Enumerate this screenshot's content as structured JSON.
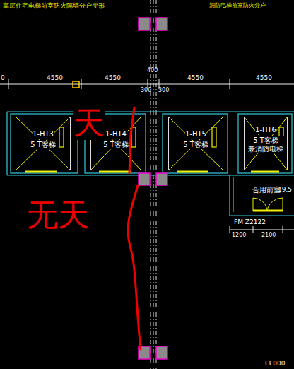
{
  "diagram": {
    "nodes": [
      {
        "text": [
          "1-HT3",
          "5 T客梯"
        ]
      },
      {
        "text": [
          "1-HT4",
          "5 T客梯"
        ]
      },
      {
        "text": [
          "1-HT5",
          "5 T客梯"
        ]
      },
      {
        "text": [
          "1-HT6",
          "5 T客梯 兼消防电梯"
        ]
      },
      {
        "text": [
          "合用前室"
        ]
      }
    ],
    "labels": [
      "高层住宅电梯前室防火隔墙分户变形",
      "消防电梯前室防火分户",
      "0",
      "4550",
      "4550",
      "400",
      "300",
      "300",
      "4550",
      "4550",
      "天",
      "无天",
      "19.5",
      "FM Z2122",
      "1200",
      "2100",
      "33.000"
    ]
  }
}
